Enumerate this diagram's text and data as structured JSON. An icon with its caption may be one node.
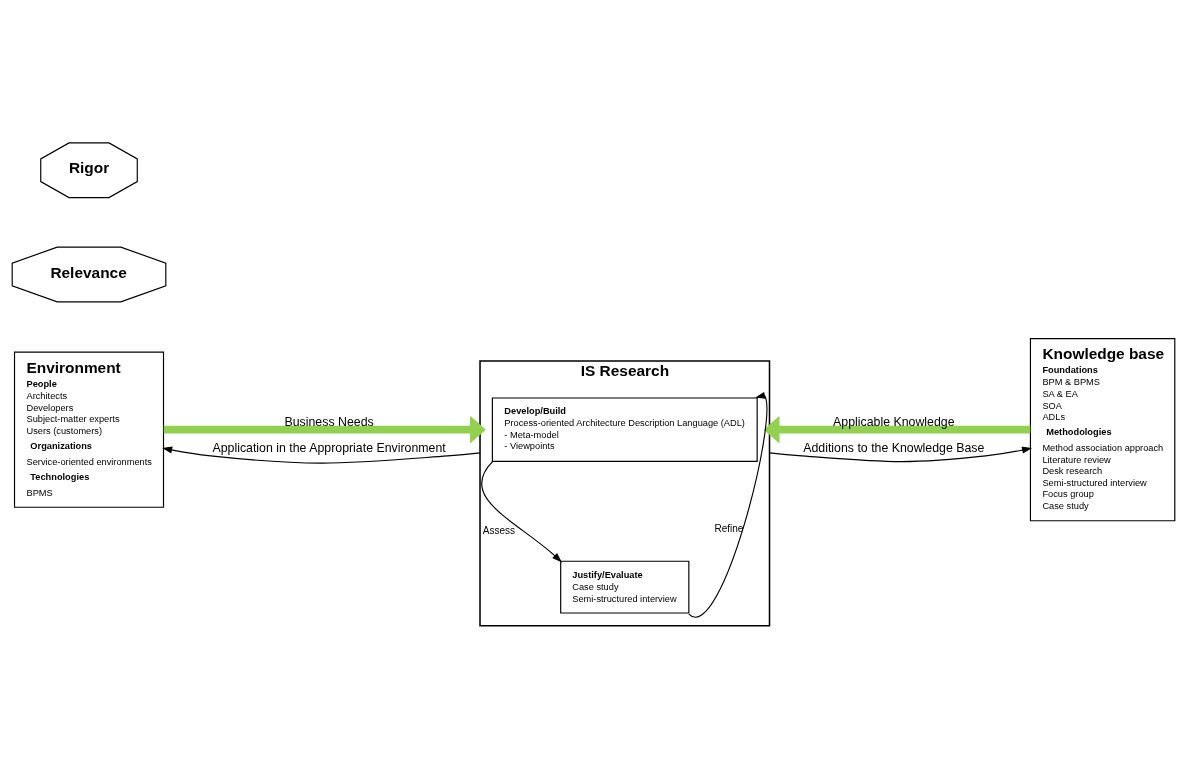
{
  "diagram": {
    "nodes": [
      {
        "text": [
          "Environment",
          "People",
          "Architects",
          "Developers",
          "Subject-matter experts",
          "Users (customers)",
          "Organizations",
          "Service-oriented environments",
          "Technologies",
          "BPMS"
        ]
      },
      {
        "text": [
          "Relevance"
        ]
      },
      {
        "text": [
          "IS Research"
        ]
      },
      {
        "text": [
          "Develop/Build",
          "Process-oriented Architecture Description Language (ADL)",
          "- Meta-model",
          "- Viewpoints"
        ],
        "in": 2
      },
      {
        "text": [
          "Justify/Evaluate",
          "Case study",
          "Semi-structured interview"
        ],
        "in": 2
      },
      {
        "text": [
          "Rigor"
        ]
      },
      {
        "text": [
          "Knowledge base",
          "Foundations",
          "BPM & BPMS",
          "SA & EA",
          "SOA",
          "ADLs",
          "Methodologies",
          "Method association approach",
          "Literature review",
          "Desk research",
          "Semi-structured interview",
          "Focus group",
          "Case study"
        ]
      }
    ],
    "edges": [
      {
        "from": 0,
        "to": 2,
        "arrow": "to",
        "label": "Business Needs",
        "style": "thick",
        "color": "#92d050"
      },
      {
        "from": 6,
        "to": 2,
        "arrow": "to",
        "label": "Applicable Knowledge",
        "style": "thick",
        "color": "#92d050"
      },
      {
        "from": 3,
        "to": 4,
        "arrow": "to",
        "label": "Assess"
      },
      {
        "from": 4,
        "to": 3,
        "arrow": "to",
        "label": "Refine"
      },
      {
        "from": 2,
        "to": 0,
        "arrow": "to",
        "label": "Application in the Appropriate Environment"
      },
      {
        "from": 2,
        "to": 6,
        "arrow": "to",
        "label": "Additions to the Knowledge Base"
      }
    ]
  }
}
